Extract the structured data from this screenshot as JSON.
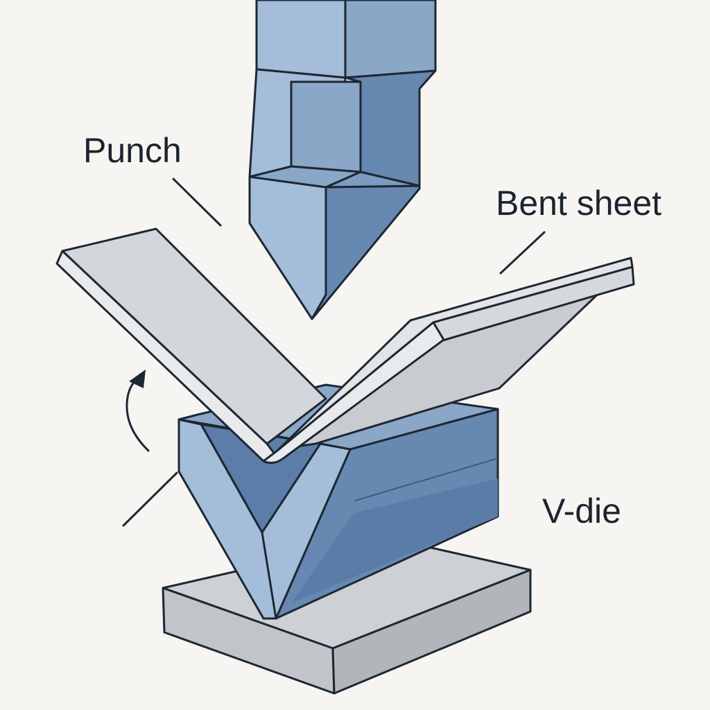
{
  "labels": {
    "punch": "Punch",
    "bent_sheet": "Bent sheet",
    "v_die": "V-die"
  },
  "colors": {
    "background": "#f6f5f1",
    "outline": "#1e2733",
    "steel_light": "#a4bdd8",
    "steel_mid": "#8aa7c8",
    "steel_dark": "#6688b1",
    "steel_shadow": "#4d6e98",
    "sheet_top": "#d3d6da",
    "sheet_edge": "#e9eaec",
    "base_top": "#cdd0d4",
    "base_side": "#b2b6bb"
  },
  "icons": [
    "rotation-arrow-icon"
  ]
}
